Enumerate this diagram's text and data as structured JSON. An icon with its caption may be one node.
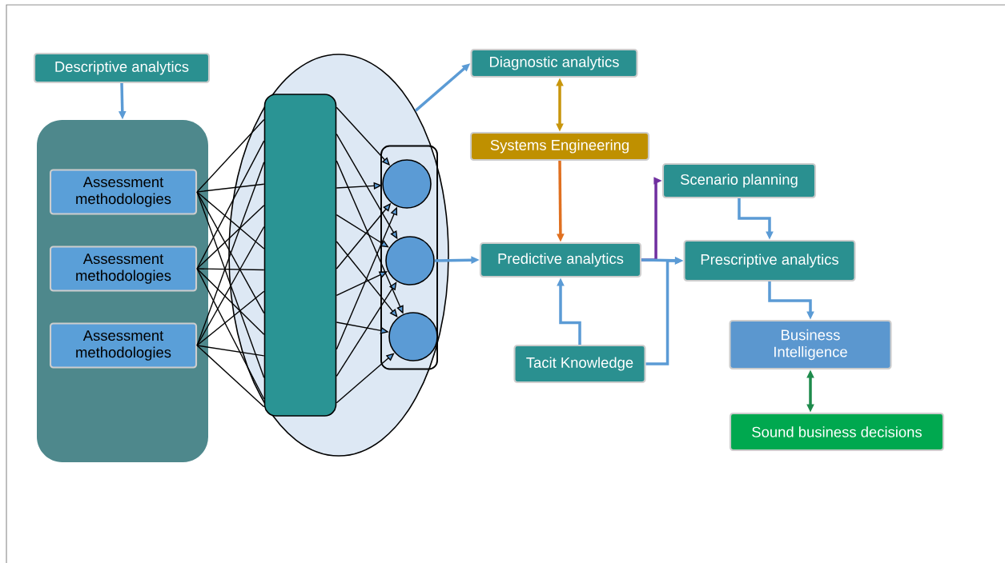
{
  "diagram": {
    "nodes": [
      {
        "text": [
          "Descriptive analytics"
        ]
      },
      {
        "text": [],
        "shape": "box"
      },
      {
        "text": [
          "Assessment methodologies"
        ],
        "in": 1
      },
      {
        "text": [
          "Assessment methodologies"
        ],
        "in": 1
      },
      {
        "text": [
          "Assessment methodologies"
        ],
        "in": 1
      },
      {
        "text": [],
        "shape": "ellipse"
      },
      {
        "text": [],
        "shape": "box",
        "in": 5
      },
      {
        "text": [],
        "shape": "box",
        "in": 5
      },
      {
        "text": [],
        "shape": "circle",
        "in": 7
      },
      {
        "text": [],
        "shape": "circle",
        "in": 7
      },
      {
        "text": [],
        "shape": "circle",
        "in": 7
      },
      {
        "text": [
          "Diagnostic analytics"
        ]
      },
      {
        "text": [
          "Systems Engineering"
        ]
      },
      {
        "text": [
          "Scenario planning"
        ]
      },
      {
        "text": [
          "Predictive analytics"
        ]
      },
      {
        "text": [
          "Prescriptive analytics"
        ]
      },
      {
        "text": [
          "Tacit Knowledge"
        ]
      },
      {
        "text": [
          "Business Intelligence"
        ]
      },
      {
        "text": [
          "Sound business decisions"
        ]
      }
    ],
    "edges": [
      {
        "from": 0,
        "to": 1,
        "arrow": "to",
        "style": "thick",
        "color": "#5b9bd5"
      },
      {
        "from": 2,
        "to": 6,
        "arrow": "none"
      },
      {
        "from": 2,
        "to": 6,
        "arrow": "none"
      },
      {
        "from": 2,
        "to": 6,
        "arrow": "none"
      },
      {
        "from": 2,
        "to": 6,
        "arrow": "none"
      },
      {
        "from": 2,
        "to": 6,
        "arrow": "none"
      },
      {
        "from": 3,
        "to": 6,
        "arrow": "none"
      },
      {
        "from": 3,
        "to": 6,
        "arrow": "none"
      },
      {
        "from": 3,
        "to": 6,
        "arrow": "none"
      },
      {
        "from": 3,
        "to": 6,
        "arrow": "none"
      },
      {
        "from": 3,
        "to": 6,
        "arrow": "none"
      },
      {
        "from": 4,
        "to": 6,
        "arrow": "none"
      },
      {
        "from": 4,
        "to": 6,
        "arrow": "none"
      },
      {
        "from": 4,
        "to": 6,
        "arrow": "none"
      },
      {
        "from": 4,
        "to": 6,
        "arrow": "none"
      },
      {
        "from": 4,
        "to": 6,
        "arrow": "none"
      },
      {
        "from": 6,
        "to": 8,
        "arrow": "to"
      },
      {
        "from": 6,
        "to": 8,
        "arrow": "to"
      },
      {
        "from": 6,
        "to": 8,
        "arrow": "to"
      },
      {
        "from": 6,
        "to": 8,
        "arrow": "to"
      },
      {
        "from": 6,
        "to": 9,
        "arrow": "to"
      },
      {
        "from": 6,
        "to": 9,
        "arrow": "to"
      },
      {
        "from": 6,
        "to": 9,
        "arrow": "to"
      },
      {
        "from": 6,
        "to": 9,
        "arrow": "to"
      },
      {
        "from": 6,
        "to": 10,
        "arrow": "to"
      },
      {
        "from": 6,
        "to": 10,
        "arrow": "to"
      },
      {
        "from": 6,
        "to": 10,
        "arrow": "to"
      },
      {
        "from": 6,
        "to": 10,
        "arrow": "to"
      },
      {
        "from": 5,
        "to": 11,
        "arrow": "to",
        "style": "thick",
        "color": "#5b9bd5"
      },
      {
        "from": 9,
        "to": 14,
        "arrow": "to",
        "style": "thick",
        "color": "#5b9bd5"
      },
      {
        "from": 11,
        "to": 12,
        "arrow": "both",
        "style": "thick",
        "color": "#c8960c"
      },
      {
        "from": 12,
        "to": 14,
        "arrow": "to",
        "style": "thick",
        "color": "#e07020"
      },
      {
        "from": 16,
        "to": 14,
        "arrow": "to",
        "style": "thick",
        "color": "#5b9bd5"
      },
      {
        "from": 14,
        "to": 13,
        "arrow": "to",
        "style": "thick",
        "color": "#7030a0"
      },
      {
        "from": 14,
        "to": 15,
        "arrow": "to",
        "style": "thick",
        "color": "#5b9bd5"
      },
      {
        "from": 16,
        "to": 15,
        "arrow": "to",
        "style": "thick",
        "color": "#5b9bd5"
      },
      {
        "from": 13,
        "to": 15,
        "arrow": "to",
        "style": "thick",
        "color": "#5b9bd5"
      },
      {
        "from": 15,
        "to": 17,
        "arrow": "to",
        "style": "thick",
        "color": "#5b9bd5"
      },
      {
        "from": 17,
        "to": 18,
        "arrow": "both",
        "style": "thick",
        "color": "#1e8b4c"
      }
    ]
  }
}
